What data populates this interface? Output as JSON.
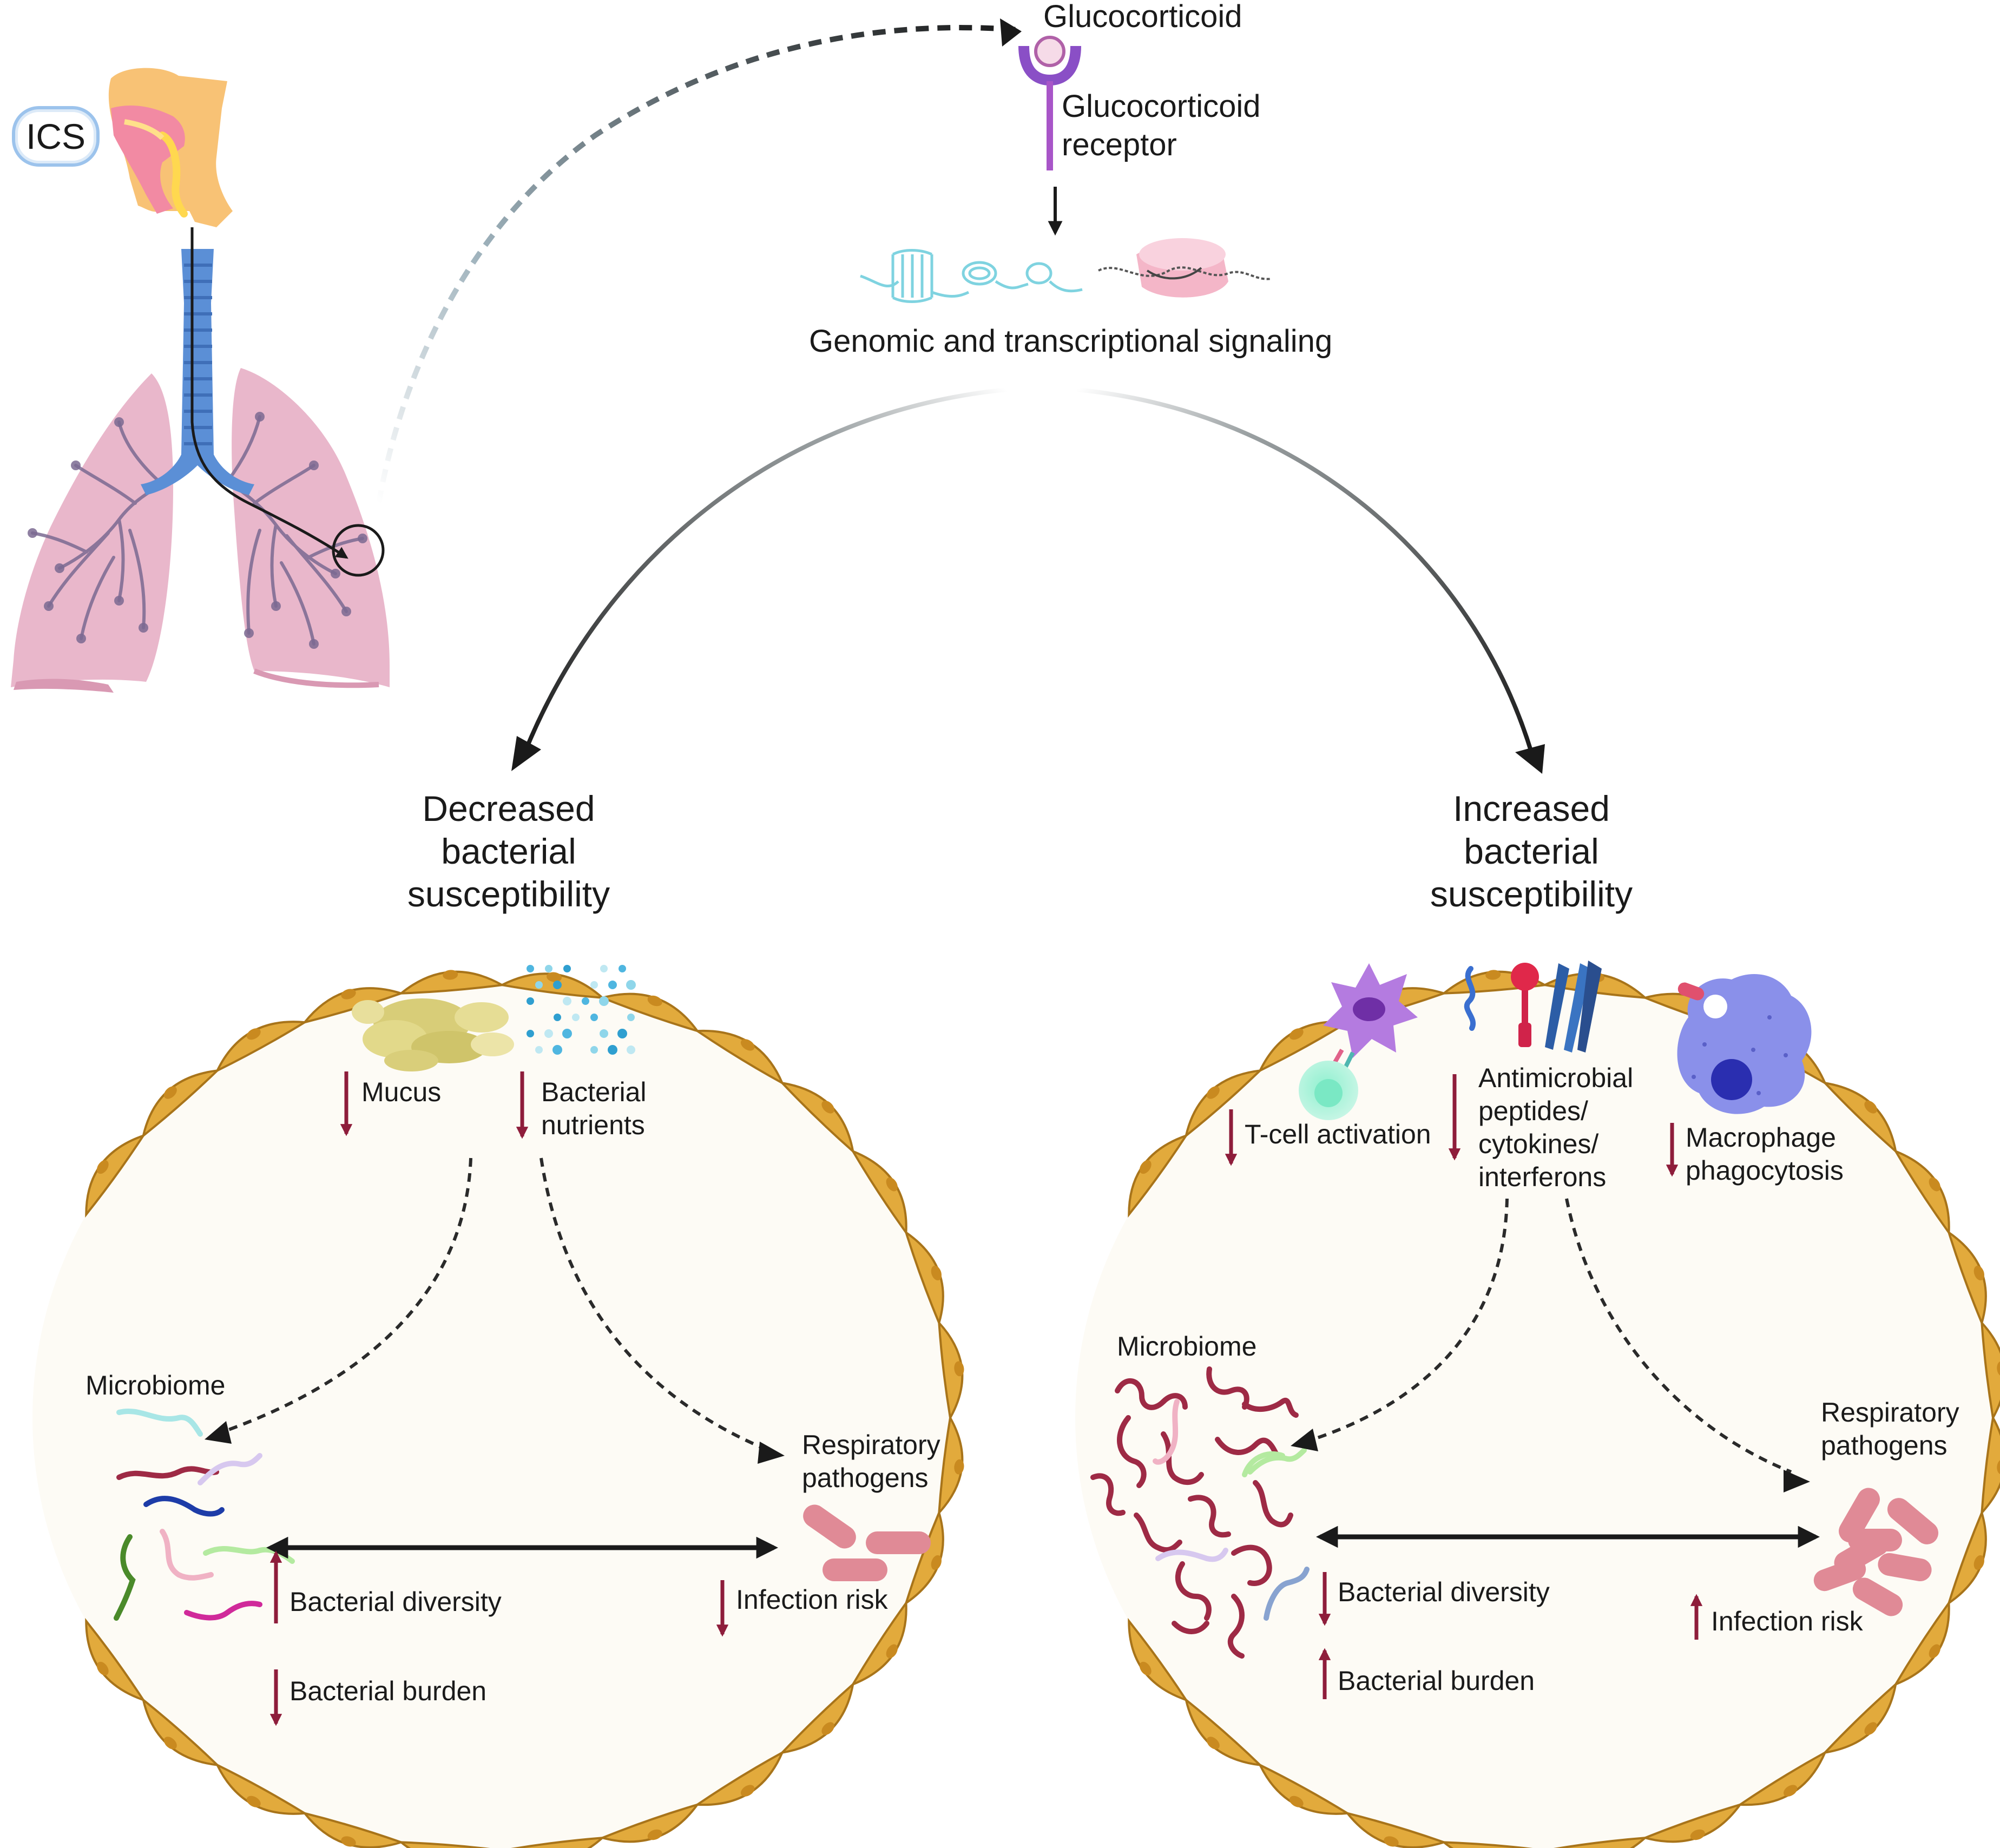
{
  "top": {
    "ics_label": "ICS",
    "glucocorticoid_label": "Glucocorticoid",
    "receptor_label_line1": "Glucocorticoid",
    "receptor_label_line2": "receptor",
    "signaling_label": "Genomic and transcriptional signaling"
  },
  "left_panel": {
    "heading_line1": "Decreased",
    "heading_line2": "bacterial",
    "heading_line3": "susceptibility",
    "mucus_label": "Mucus",
    "nutrients_line1": "Bacterial",
    "nutrients_line2": "nutrients",
    "microbiome_label": "Microbiome",
    "pathogens_line1": "Respiratory",
    "pathogens_line2": "pathogens",
    "diversity_label": "Bacterial diversity",
    "burden_label": "Bacterial burden",
    "infection_label": "Infection risk"
  },
  "right_panel": {
    "heading_line1": "Increased",
    "heading_line2": "bacterial",
    "heading_line3": "susceptibility",
    "tcell_label": "T-cell activation",
    "amp_line1": "Antimicrobial",
    "amp_line2": "peptides/",
    "amp_line3": "cytokines/",
    "amp_line4": "interferons",
    "macro_line1": "Macrophage",
    "macro_line2": "phagocytosis",
    "microbiome_label": "Microbiome",
    "pathogens_line1": "Respiratory",
    "pathogens_line2": "pathogens",
    "diversity_label": "Bacterial diversity",
    "burden_label": "Bacterial burden",
    "infection_label": "Infection risk"
  },
  "icons": [
    "ics-inhaler-icon",
    "lungs-icon",
    "receptor-icon",
    "dna-icon",
    "nucleosome-icon",
    "mucus-icon",
    "nutrients-icon",
    "dendritic-cell-icon",
    "t-cell-icon",
    "antimicrobial-peptide-icon",
    "macrophage-icon",
    "bacteria-icon",
    "epithelial-cell-icon"
  ],
  "colors": {
    "decrease_arrow": "#8e1d3b",
    "increase_arrow": "#8e1d3b",
    "epithelium": "#e2aa3c",
    "alveolus_fill": "#fdfbf5",
    "receptor": "#a855c8",
    "pathogen": "#e08a96",
    "lung": "#e9b3c9",
    "trachea": "#5b8fd6"
  }
}
